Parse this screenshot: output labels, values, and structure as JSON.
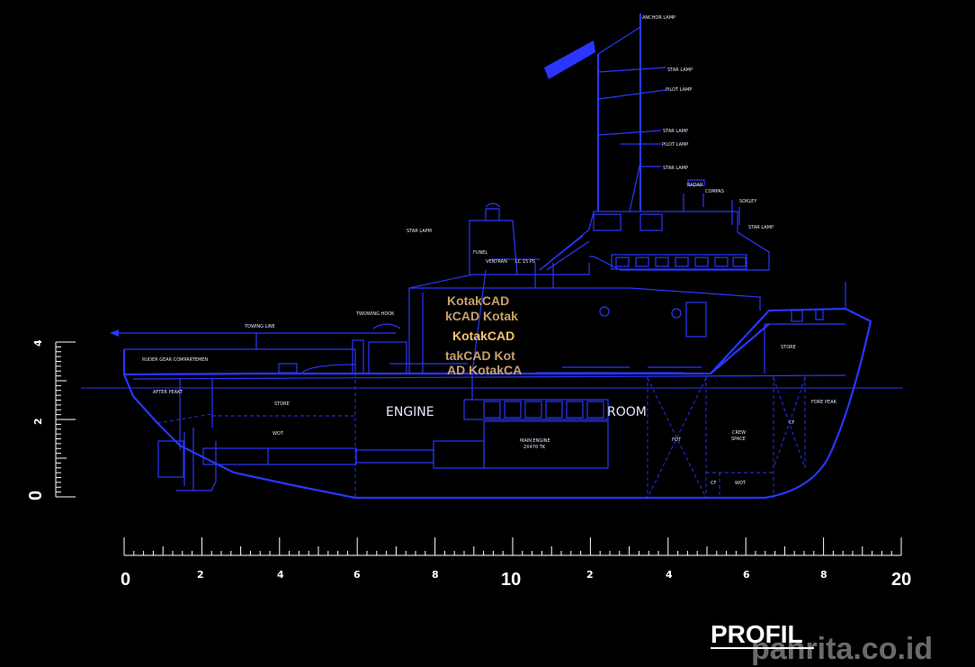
{
  "drawing": {
    "labels": {
      "anchor_lamp": "ANCHOR LAMP",
      "star_lamp_1": "STAR LAMP",
      "pilot_lamp_1": "PILOT LAMP",
      "star_lamp_2": "STAR LAMP",
      "pilot_lamp_2": "PILOT LAMP",
      "star_lamp_3": "STAR LAMP",
      "radar": "RADAR",
      "compas": "COMPAS",
      "sokley": "SOKLEY",
      "star_lamp_4": "STAR LAMP",
      "star_lapm": "STAR LAPM",
      "funel": "FUNEL",
      "ventran": "VENTRAN",
      "lc": "LC 15 PS",
      "towing_hook": "TWOWING HOOK",
      "towing_line": "TOWING LINE",
      "ruder_gear": "RUDER GEAR COMPARTEMEN",
      "after_peak": "AFTER PEAKT",
      "store_aft": "STORE",
      "wot_aft": "WOT",
      "engine": "ENGINE",
      "room": "ROOM",
      "main_engine": "MAIN ENGINE",
      "main_engine_type": "2X470 TK",
      "fot": "FOT",
      "crew_space_1": "CREW",
      "crew_space_2": "SPACE",
      "cf_1": "CF",
      "cf_2": "CF",
      "wot_fwd": "WOT",
      "store_fwd": "STORE",
      "fore_peak": "FORE PEAK"
    },
    "vertical_scale": {
      "top": "4",
      "mid": "2",
      "bottom": "0"
    },
    "horizontal_scale": {
      "n0": "0",
      "n2a": "2",
      "n4a": "4",
      "n6a": "6",
      "n8a": "8",
      "n10": "10",
      "n2b": "2",
      "n4b": "4",
      "n6b": "6",
      "n8b": "8",
      "n20": "20"
    },
    "title": "PROFIL",
    "watermark": "panrita.co.id",
    "stamp": [
      "KotakCAD",
      "kCAD  Kotak",
      "KotakCAD",
      "takCAD  Kot",
      "AD  KotakCA"
    ],
    "colors": {
      "background": "#000000",
      "lines": "#2a36ff",
      "text": "#ffffff"
    }
  }
}
